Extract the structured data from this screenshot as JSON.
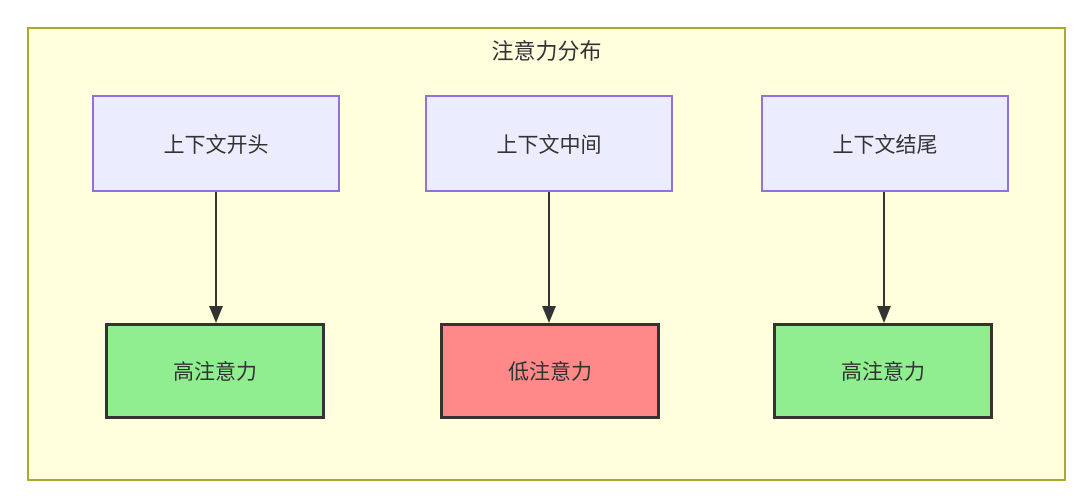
{
  "diagram": {
    "type": "flowchart",
    "title": "注意力分布",
    "nodes": {
      "sources": [
        {
          "label": "上下文开头"
        },
        {
          "label": "上下文中间"
        },
        {
          "label": "上下文结尾"
        }
      ],
      "targets": [
        {
          "label": "高注意力",
          "level": "high"
        },
        {
          "label": "低注意力",
          "level": "low"
        },
        {
          "label": "高注意力",
          "level": "high"
        }
      ]
    },
    "edges": [
      {
        "from": "上下文开头",
        "to": "高注意力"
      },
      {
        "from": "上下文中间",
        "to": "低注意力"
      },
      {
        "from": "上下文结尾",
        "to": "高注意力"
      }
    ],
    "colors": {
      "container_fill": "#ffffde",
      "container_border": "#aaaa33",
      "source_fill": "#ececff",
      "source_border": "#9370db",
      "high_attention_fill": "#90ee90",
      "low_attention_fill": "#ff8888",
      "target_border": "#333333",
      "text": "#333333",
      "arrow": "#333333"
    }
  }
}
